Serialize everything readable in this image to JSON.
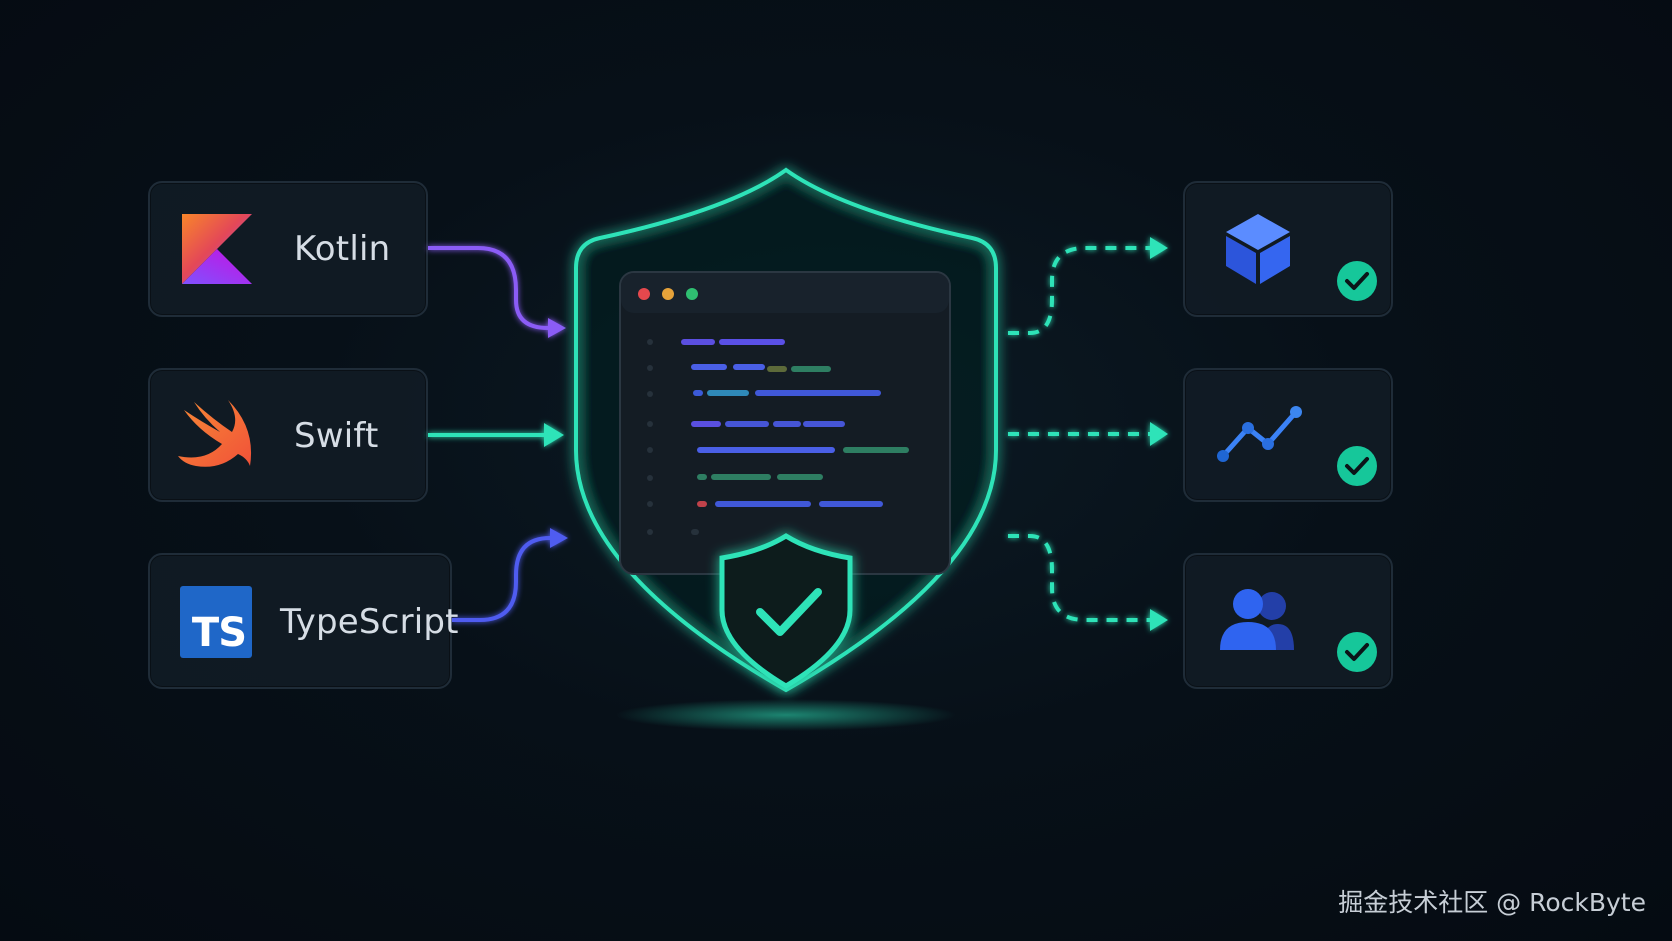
{
  "languages": [
    {
      "label": "Kotlin",
      "icon": "kotlin-logo-icon"
    },
    {
      "label": "Swift",
      "icon": "swift-logo-icon"
    },
    {
      "label": "TypeScript",
      "icon": "typescript-logo-icon",
      "badge_text": "TS"
    }
  ],
  "outputs": [
    {
      "icon": "cube-icon",
      "status": "check-icon"
    },
    {
      "icon": "line-chart-icon",
      "status": "check-icon"
    },
    {
      "icon": "users-icon",
      "status": "check-icon"
    }
  ],
  "center": {
    "icon": "shield-icon",
    "inner_icon": "shield-check-icon",
    "panel": "code-window"
  },
  "watermark": "掘金技术社区 @ RockByte",
  "colors": {
    "accent": "#2de3b8",
    "kotlin_arrow": "#8b5cf6",
    "typescript_arrow": "#4f5bf0",
    "check_bg": "#16c79a"
  }
}
